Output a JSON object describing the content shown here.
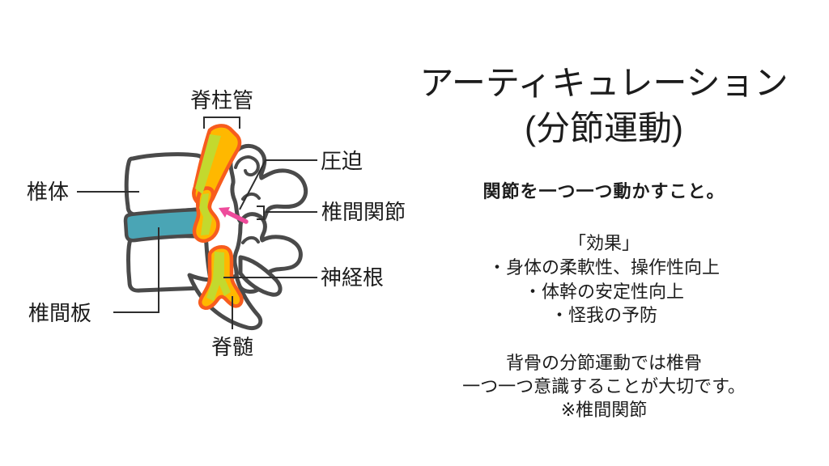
{
  "content": {
    "title_line1": "アーティキュレーション",
    "title_line2": "(分節運動)",
    "statement": "関節を一つ一つ動かすこと。",
    "effects_header": "「効果」",
    "effects": [
      "・身体の柔軟性、操作性向上",
      "・体幹の安定性向上",
      "・怪我の予防"
    ],
    "note_line1": "背骨の分節運動では椎骨",
    "note_line2": "一つ一つ意識することが大切です。",
    "note_line3": "※椎間関節"
  },
  "diagram": {
    "labels": {
      "spinal_canal": "脊柱管",
      "vertebral_body": "椎体",
      "intervertebral_disc": "椎間板",
      "compression": "圧迫",
      "facet_joint": "椎間関節",
      "nerve_root": "神経根",
      "spinal_cord": "脊髄"
    },
    "colors": {
      "outline": "#4a4a4a",
      "bone_fill": "#ffffff",
      "disc": "#4aa5b5",
      "cord_outline": "#f75c1e",
      "cord_fill": "#ffb800",
      "cord_inner": "#c3d92e",
      "arrow": "#ee4b9b",
      "pointer_line": "#2e2e2e",
      "label_text": "#1c1c1c"
    }
  }
}
